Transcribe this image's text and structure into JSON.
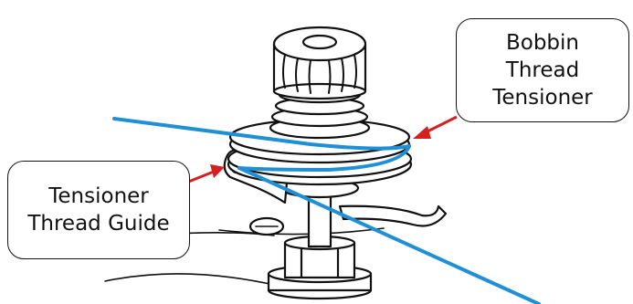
{
  "callouts": {
    "bobbin_tensioner": {
      "lines": [
        "Bobbin",
        "Thread",
        "Tensioner"
      ]
    },
    "thread_guide": {
      "lines": [
        "Tensioner",
        "Thread Guide"
      ]
    }
  },
  "colors": {
    "thread": "#1f8fd6",
    "arrow": "#d62020",
    "outline": "#111111",
    "fill": "#ffffff"
  }
}
